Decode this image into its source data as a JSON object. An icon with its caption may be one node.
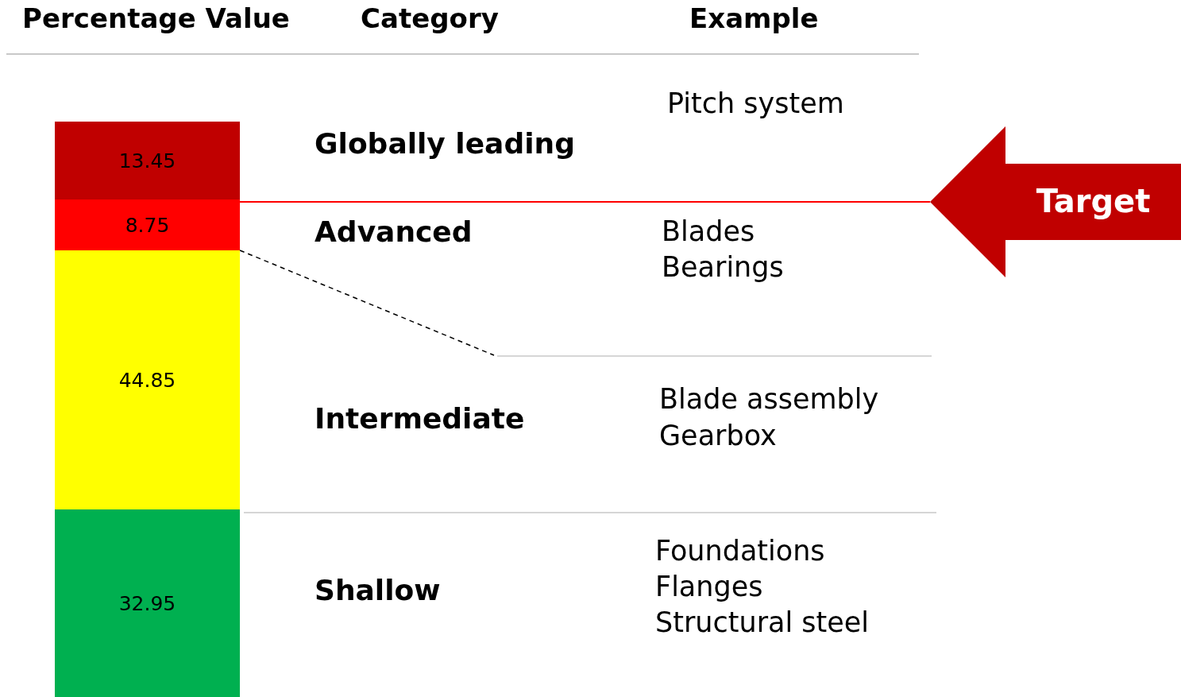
{
  "diagram": {
    "nodes": [
      {
        "text": [
          "13.45"
        ]
      },
      {
        "text": [
          "8.75"
        ]
      },
      {
        "text": [
          "44.85"
        ]
      },
      {
        "text": [
          "32.95"
        ]
      },
      {
        "text": [
          "Target"
        ]
      }
    ],
    "edges": [
      {
        "from": 4,
        "to": 1,
        "arrow": "none",
        "color": "#ff0000"
      }
    ],
    "labels": [
      "Percentage Value",
      "Category",
      "Example",
      "Pitch system",
      "Globally leading",
      "Advanced",
      "Blades",
      "Bearings",
      "Blade assembly",
      "Intermediate",
      "Gearbox",
      "Foundations",
      "Shallow",
      "Flanges",
      "Structural steel"
    ]
  }
}
